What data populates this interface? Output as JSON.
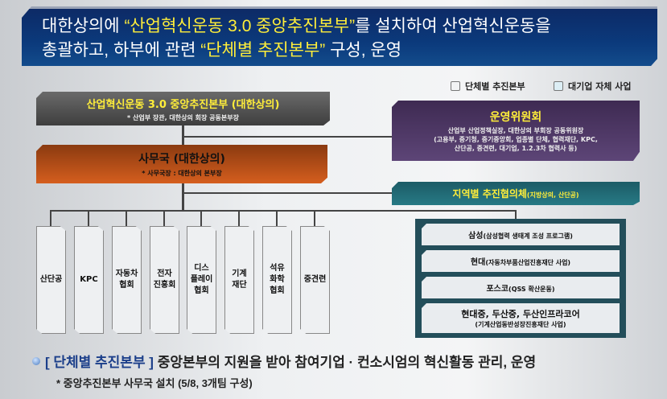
{
  "banner": {
    "line1_a": "대한상의에 ",
    "line1_b": "“산업혁신운동 3.0 중앙추진본부”",
    "line1_c": "를 설치하여 산업혁신운동을",
    "line2_a": "총괄하고, 하부에 관련 ",
    "line2_b": "“단체별 추진본부”",
    "line2_c": " 구성, 운영"
  },
  "legend": [
    {
      "label": "단체별 추진본부",
      "color": "#f2f3f4"
    },
    {
      "label": "대기업 자체 사업",
      "color": "#dceef5"
    }
  ],
  "hq": {
    "title": "산업혁신운동 3.0 중앙추진본부 (대한상의)",
    "sub": "* 산업부 장관, 대한상의 회장 공동본부장"
  },
  "secretariat": {
    "title": "사무국 (대한상의)",
    "sub": "* 사무국장 : 대한상의 본부장"
  },
  "committee": {
    "title": "운영위원회",
    "line1": "산업부 산업정책실장, 대한상의 부회장 공동위원장",
    "line2": "(고용부, 중기청, 중기중앙회, 업종별 단체, 협력재단, KPC,",
    "line3": "산단공, 중견련, 대기업, 1.2.3차 협력사 등)"
  },
  "regional": {
    "title": "지역별 추진협의체",
    "sub": "(지방상의, 산단공)"
  },
  "orgs": [
    "산단공",
    "KPC",
    "자동차\n협회",
    "전자\n진흥회",
    "디스\n플레이\n협회",
    "기계\n재단",
    "석유\n화학\n협회",
    "중견련"
  ],
  "corps": [
    {
      "name": "삼성",
      "desc": "(삼성협력 생태계 조성 프로그램)"
    },
    {
      "name": "현대",
      "desc": "(자동차부품산업진흥재단 사업)"
    },
    {
      "name": "포스코",
      "desc": "(QSS 확산운동)"
    },
    {
      "name": "현대중, 두산중, 두산인프라코어",
      "desc": "(기계산업동반성장진흥재단 사업)"
    }
  ],
  "bottom": {
    "highlight": "[ 단체별 추진본부 ]",
    "text": " 중앙본부의 지원을 받아 참여기업 · 컨소시엄의 혁신활동 관리, 운영",
    "note": "* 중앙추진본부 사무국 설치 (5/8, 3개팀 구성)"
  }
}
